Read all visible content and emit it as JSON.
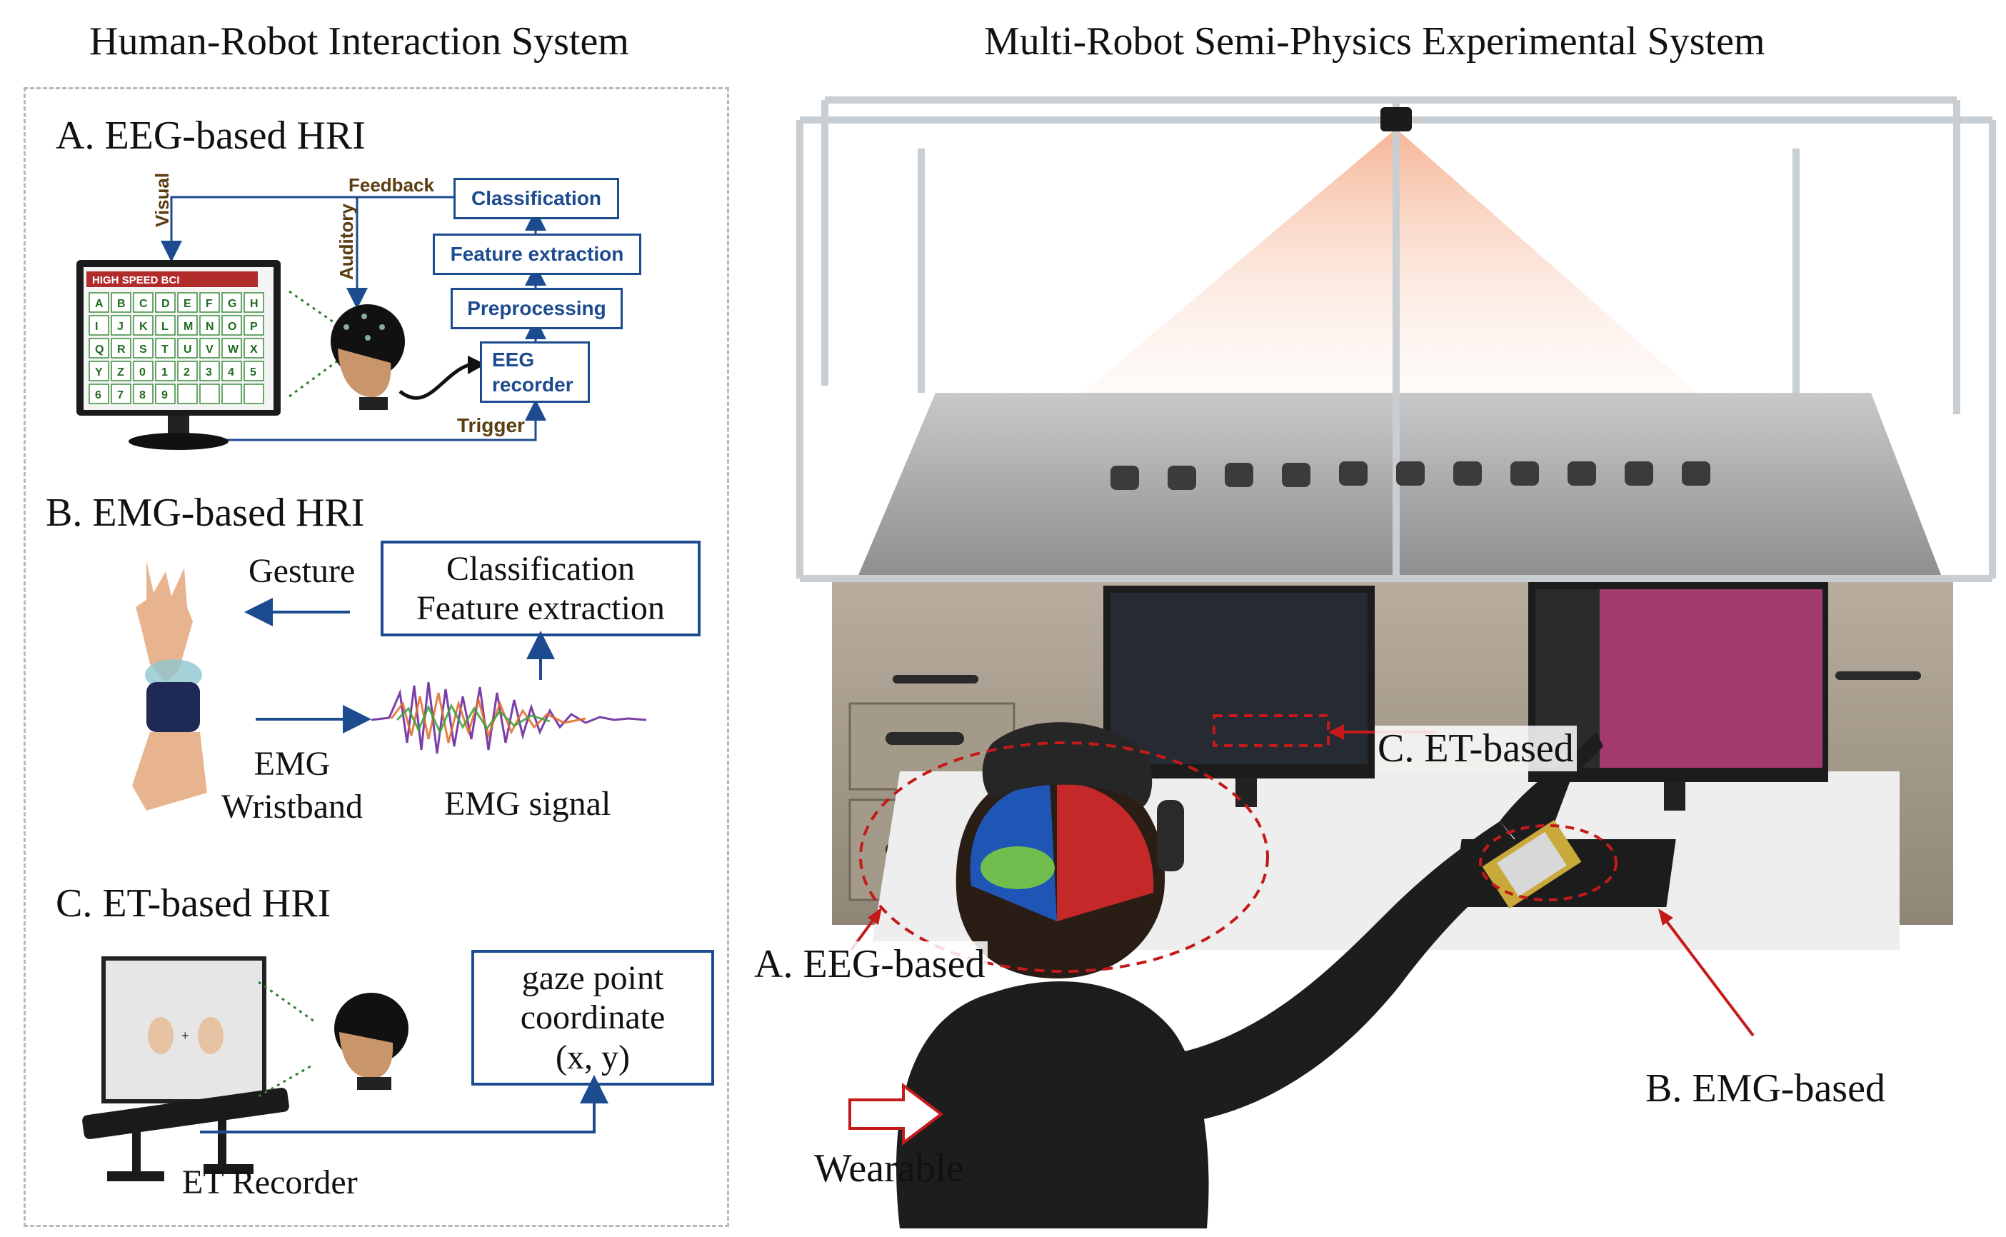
{
  "titles": {
    "left": "Human-Robot Interaction System",
    "right": "Multi-Robot Semi-Physics Experimental System"
  },
  "eeg": {
    "section": "A. EEG-based HRI",
    "feedback": "Feedback",
    "visual": "Visual",
    "auditory": "Auditory",
    "classification": "Classification",
    "feature_extraction": "Feature extraction",
    "preprocessing": "Preprocessing",
    "eeg_recorder_1": "EEG",
    "eeg_recorder_2": "recorder",
    "trigger": "Trigger",
    "bci_title": "HIGH SPEED BCI",
    "bci_rows": [
      [
        "A",
        "B",
        "C",
        "D",
        "E",
        "F",
        "G",
        "H"
      ],
      [
        "I",
        "J",
        "K",
        "L",
        "M",
        "N",
        "O",
        "P"
      ],
      [
        "Q",
        "R",
        "S",
        "T",
        "U",
        "V",
        "W",
        "X"
      ],
      [
        "Y",
        "Z",
        "0",
        "1",
        "2",
        "3",
        "4",
        "5"
      ],
      [
        "6",
        "7",
        "8",
        "9",
        "",
        "",
        "",
        ""
      ]
    ]
  },
  "emg": {
    "section": "B. EMG-based HRI",
    "gesture": "Gesture",
    "box_line1": "Classification",
    "box_line2": "Feature extraction",
    "wristband_1": "EMG",
    "wristband_2": "Wristband",
    "signal": "EMG signal"
  },
  "et": {
    "section": "C. ET-based HRI",
    "box_line1": "gaze point",
    "box_line2": "coordinate",
    "box_line3": "(x, y)",
    "recorder": "ET Recorder"
  },
  "scene": {
    "label_et": "C. ET-based",
    "label_eeg": "A. EEG-based",
    "label_emg": "B. EMG-based",
    "wearable": "Wearable"
  },
  "colors": {
    "blue": "#1d4b8f",
    "red_dashed": "#c41a1a",
    "frame": "#c9ced3"
  }
}
